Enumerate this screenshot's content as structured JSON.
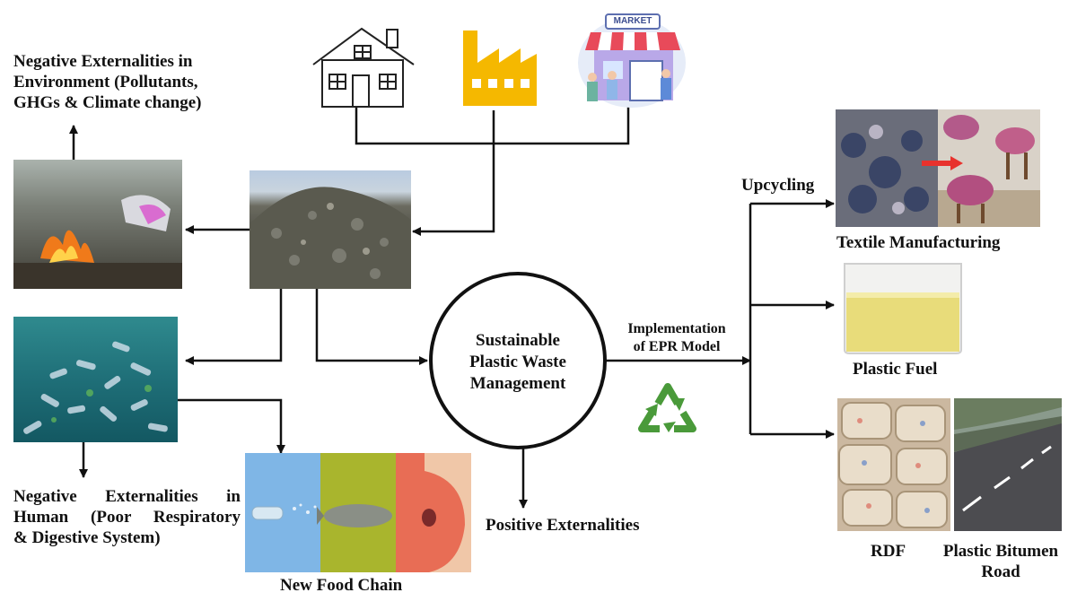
{
  "labels": {
    "env_line1": "Negative Externalities in",
    "env_line2": "Environment (Pollutants,",
    "env_line3": "GHGs & Climate change)",
    "human_line1": "Negative Externalities in",
    "human_line2": "Human (Poor Respiratory",
    "human_line3": "& Digestive System)",
    "center_line1": "Sustainable",
    "center_line2": "Plastic Waste",
    "center_line3": "Management",
    "epr_line1": "Implementation",
    "epr_line2": "of EPR Model",
    "positive": "Positive Externalities",
    "food_chain": "New Food Chain",
    "upcycling": "Upcycling",
    "textile": "Textile Manufacturing",
    "fuel": "Plastic Fuel",
    "rdf": "RDF",
    "bitumen_line1": "Plastic Bitumen",
    "bitumen_line2": "Road"
  },
  "icons": {
    "market_sign": "MARKET"
  },
  "colors": {
    "factory": "#F5B800",
    "recycle": "#4A9A3A",
    "arrow": "#111111",
    "awning_red": "#E84A5A",
    "fuel": "#E8DC7A"
  }
}
